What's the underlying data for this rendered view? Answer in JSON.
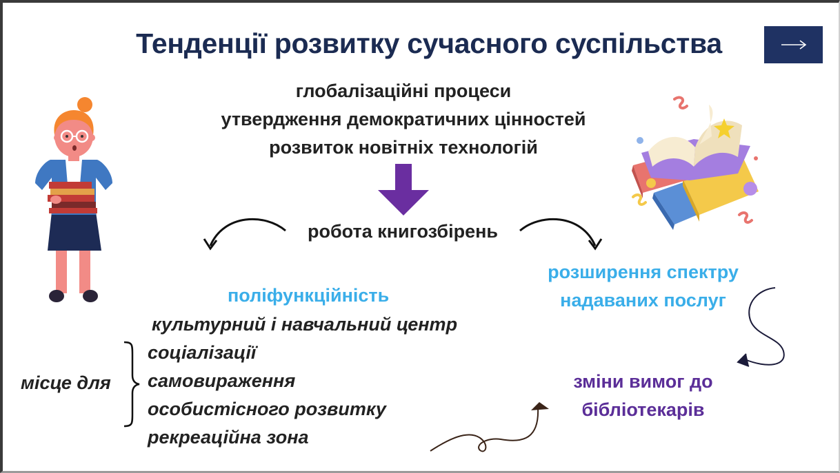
{
  "slide": {
    "title": "Тенденції розвитку сучасного суспільства",
    "next_button_icon": "long-arrow-right-icon",
    "trends": [
      "глобалізаційні процеси",
      "утвердження демократичних цінностей",
      "розвиток новітніх технологій"
    ],
    "center_label": "робота книгозбірень",
    "left_branch": {
      "heading": "поліфункційність",
      "center_line": "культурний і навчальний центр",
      "brace_label": "місце для",
      "items": [
        "соціалізації",
        "самовираження",
        "особистісного розвитку"
      ],
      "last_line": "рекреаційна зона"
    },
    "right_branch": {
      "heading_line1": "розширення спектру",
      "heading_line2": "надаваних послуг",
      "result_line1": "зміни вимог до",
      "result_line2": "бібліотекарів"
    },
    "colors": {
      "title": "#1b2b52",
      "button": "#1f3263",
      "blue_text": "#3aaee9",
      "purple_text": "#5b2e98",
      "down_arrow": "#6a2ea0"
    }
  }
}
